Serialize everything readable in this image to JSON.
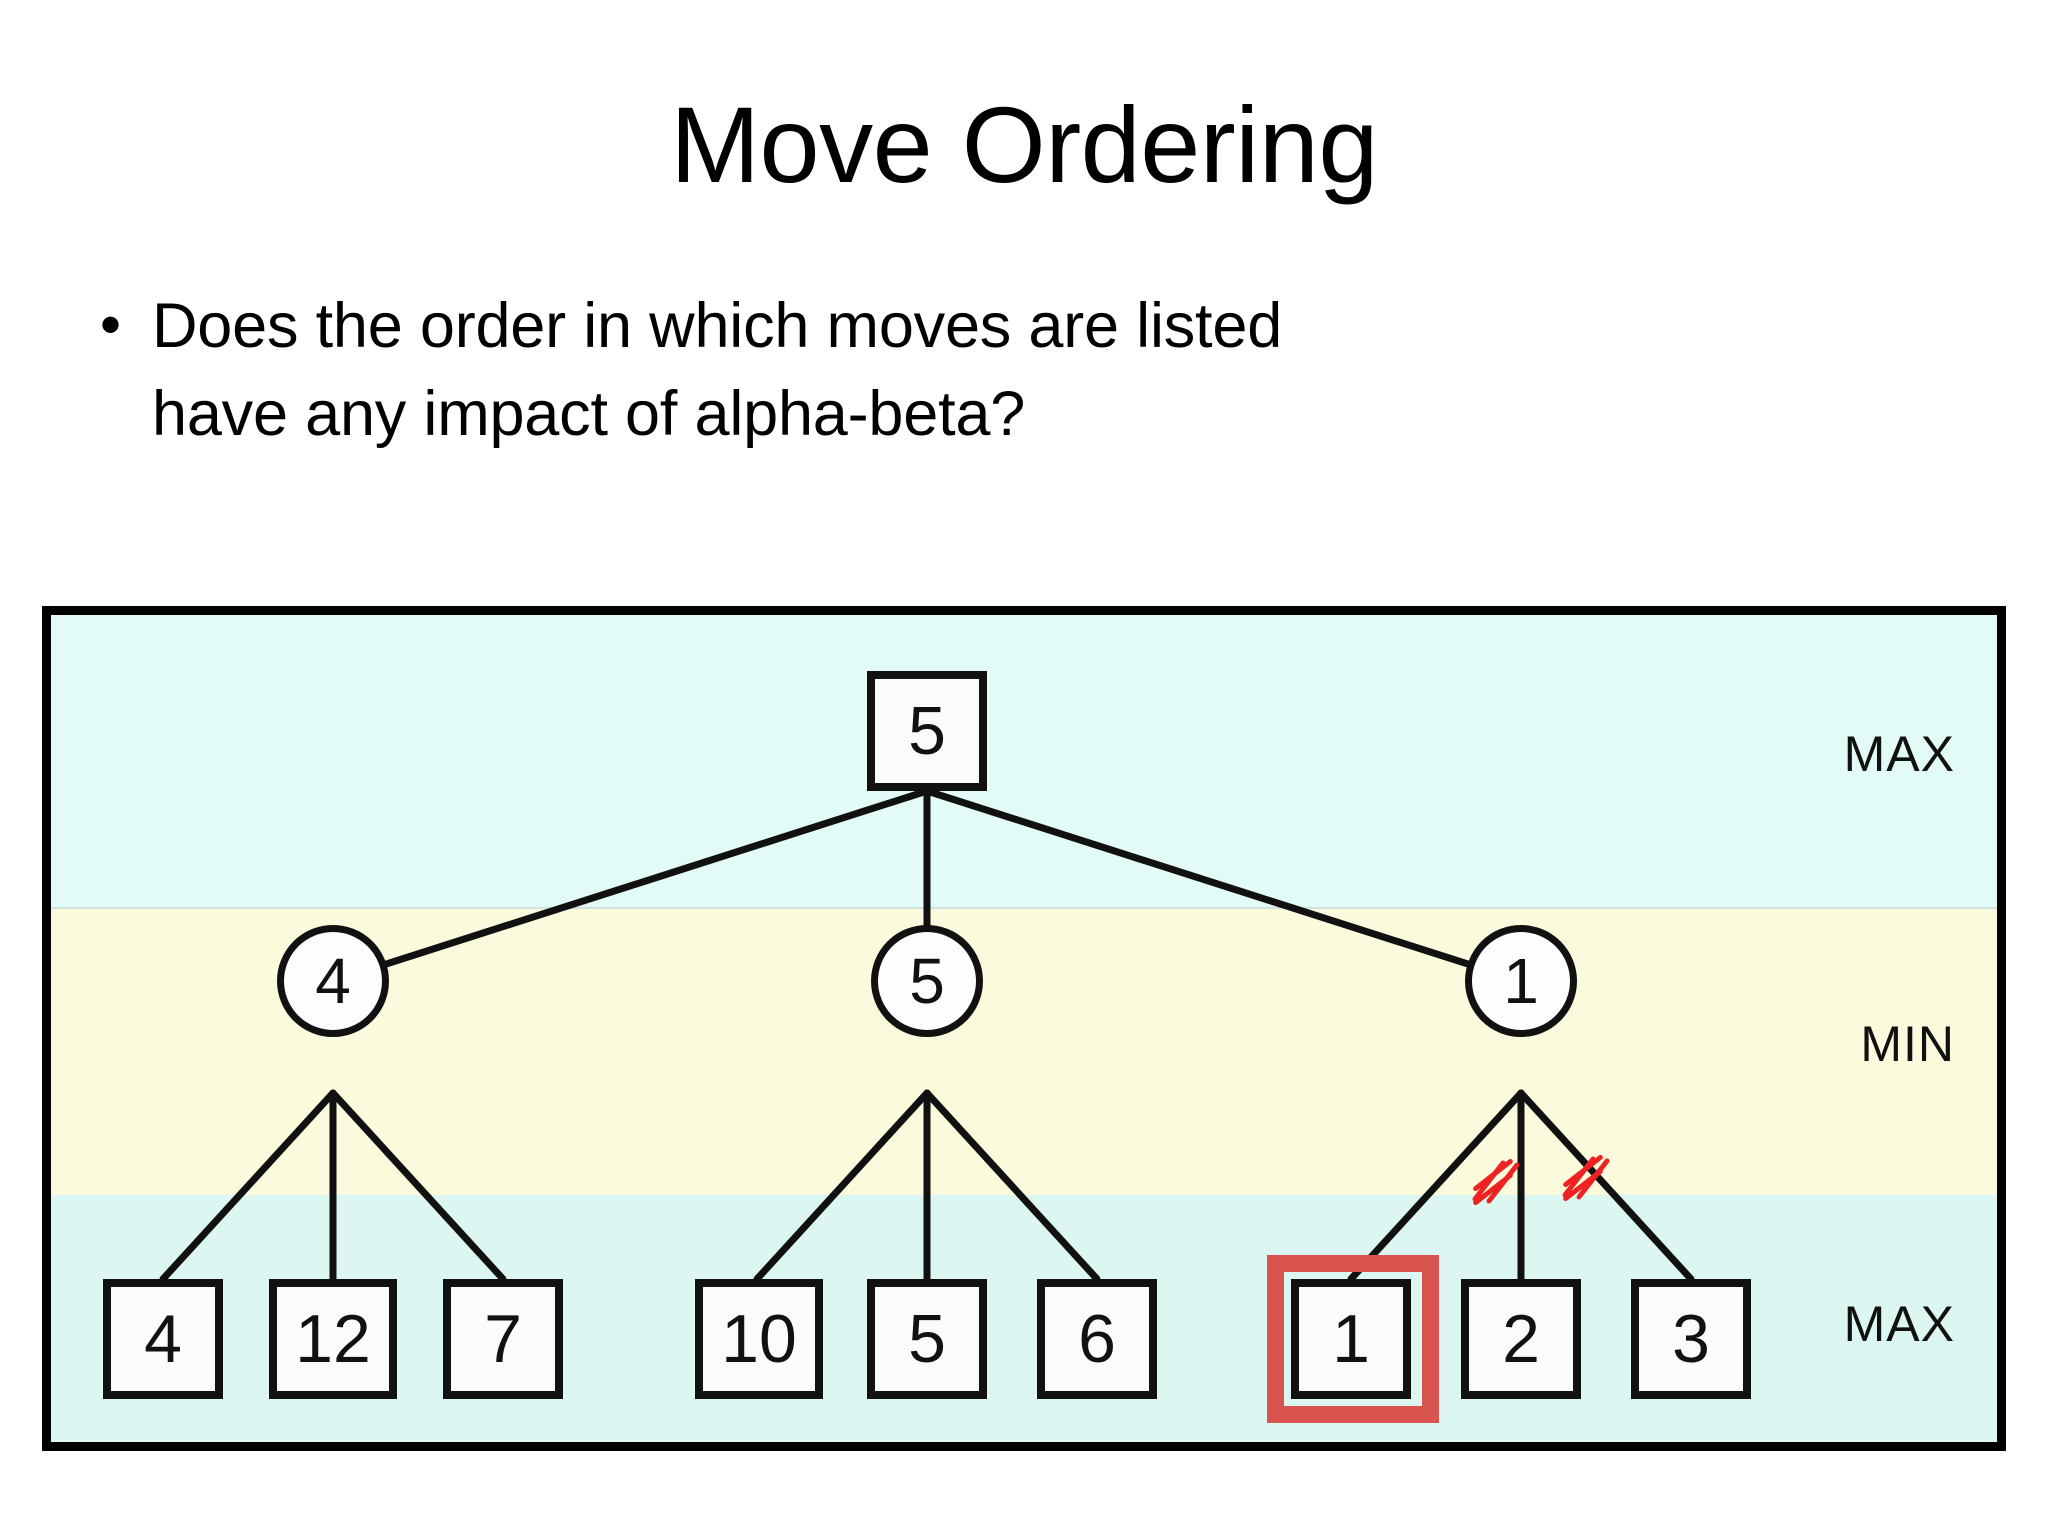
{
  "slide": {
    "title": "Move Ordering",
    "bullet_marker": "•",
    "bullet_line1": "Does the order in which moves are listed",
    "bullet_line2": "have any impact of alpha-beta?"
  },
  "diagram": {
    "band_labels": {
      "top": "MAX",
      "middle": "MIN",
      "bottom": "MAX"
    },
    "colors": {
      "band_max": "#e3fbf7",
      "band_min": "#fcfadc",
      "band_max_bottom": "#dcf7f2",
      "frame": "#000000",
      "node_stroke": "#111111",
      "highlight": "#d9534f",
      "prune": "#ee2222"
    },
    "root": {
      "label": "5",
      "shape": "square"
    },
    "min_nodes": [
      {
        "label": "4",
        "shape": "circle"
      },
      {
        "label": "5",
        "shape": "circle"
      },
      {
        "label": "1",
        "shape": "circle"
      }
    ],
    "leaves": [
      {
        "label": "4",
        "shape": "square",
        "highlighted": false,
        "pruned": false
      },
      {
        "label": "12",
        "shape": "square",
        "highlighted": false,
        "pruned": false
      },
      {
        "label": "7",
        "shape": "square",
        "highlighted": false,
        "pruned": false
      },
      {
        "label": "10",
        "shape": "square",
        "highlighted": false,
        "pruned": false
      },
      {
        "label": "5",
        "shape": "square",
        "highlighted": false,
        "pruned": false
      },
      {
        "label": "6",
        "shape": "square",
        "highlighted": false,
        "pruned": false
      },
      {
        "label": "1",
        "shape": "square",
        "highlighted": true,
        "pruned": false
      },
      {
        "label": "2",
        "shape": "square",
        "highlighted": false,
        "pruned": true
      },
      {
        "label": "3",
        "shape": "square",
        "highlighted": false,
        "pruned": true
      }
    ],
    "pruned_edge_count": 2
  }
}
